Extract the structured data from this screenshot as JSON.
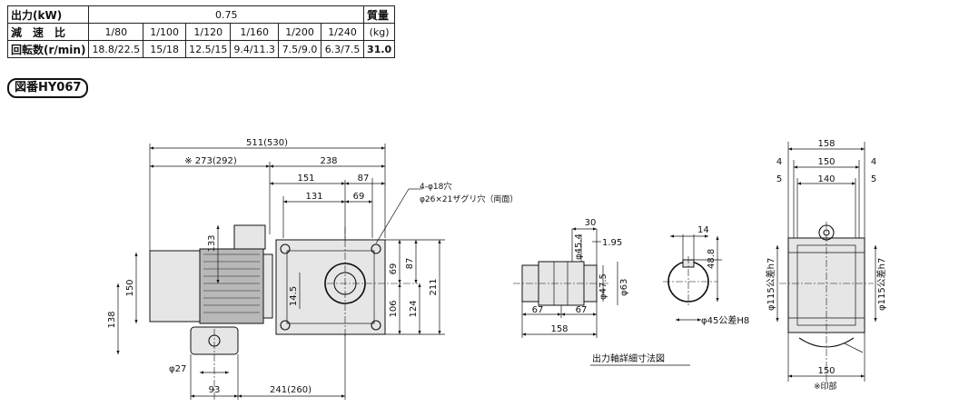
{
  "spec_table": {
    "output_label": "出力(kW)",
    "output_value": "0.75",
    "mass_label": "質量",
    "ratio_label": "減　速　比",
    "ratios": [
      "1/80",
      "1/100",
      "1/120",
      "1/160",
      "1/200",
      "1/240"
    ],
    "mass_unit": "(kg)",
    "speed_label": "回転数(r/min)",
    "speeds": [
      "18.8/22.5",
      "15/18",
      "12.5/15",
      "9.4/11.3",
      "7.5/9.0",
      "6.3/7.5"
    ],
    "mass_value": "31.0"
  },
  "figure_number": "図番HY067",
  "side_view": {
    "overall_length": "511(530)",
    "motor_length": "※ 273(292)",
    "gear_length": "238",
    "dim_151": "151",
    "dim_87_top": "87",
    "dim_131": "131",
    "dim_69_top": "69",
    "dim_133": "133",
    "dim_150": "150",
    "dim_138": "138",
    "dim_14_5": "14.5",
    "dim_69_right": "69",
    "dim_87_right": "87",
    "dim_106": "106",
    "dim_124": "124",
    "dim_211": "211",
    "dim_27": "φ27",
    "dim_93": "93",
    "dim_241": "241(260)",
    "hole_note_1": "4-φ18穴",
    "hole_note_2": "φ26×21ザグリ穴（両面）"
  },
  "shaft_detail": {
    "dim_30": "30",
    "dim_1_95": "1.95",
    "dim_45_4": "φ45.4",
    "dim_47_5": "φ47.5",
    "dim_63": "φ63",
    "dim_67a": "67",
    "dim_67b": "67",
    "dim_158": "158",
    "dim_14": "14",
    "dim_48_8": "48.8",
    "bore": "φ45公差H8",
    "caption": "出力軸詳細寸法図"
  },
  "end_view": {
    "dim_158": "158",
    "dim_4_left": "4",
    "dim_150_top": "150",
    "dim_4_right": "4",
    "dim_5_left": "5",
    "dim_140": "140",
    "dim_5_right": "5",
    "dim_115_left": "φ115公差h7",
    "dim_115_right": "φ115公差h7",
    "dim_150_bottom": "150",
    "note_mark": "※印部"
  }
}
